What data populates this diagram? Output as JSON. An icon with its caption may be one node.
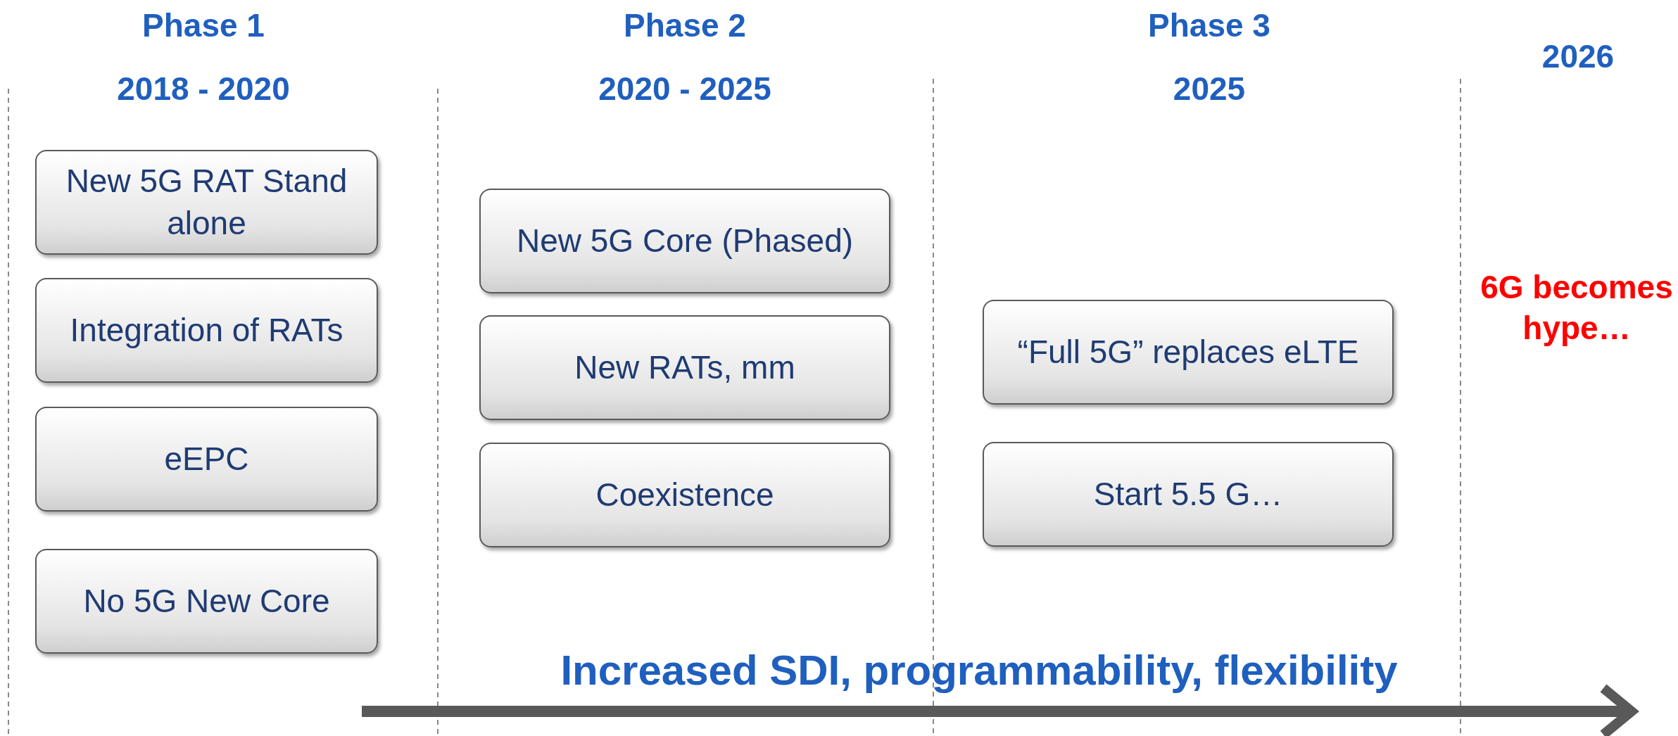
{
  "diagram": {
    "nodes": [
      {
        "text": [
          "New 5G RAT Stand alone"
        ]
      },
      {
        "text": [
          "Integration of RATs"
        ]
      },
      {
        "text": [
          "eEPC"
        ]
      },
      {
        "text": [
          "No 5G New Core"
        ]
      },
      {
        "text": [
          "New 5G Core (Phased)"
        ]
      },
      {
        "text": [
          "New RATs, mm"
        ]
      },
      {
        "text": [
          "Coexistence"
        ]
      },
      {
        "text": [
          "“Full 5G” replaces eLTE"
        ]
      },
      {
        "text": [
          "Start 5.5 G…"
        ]
      }
    ],
    "labels": [
      "Phase 1",
      "Phase 2",
      "Phase 3",
      "2026",
      "2018 - 2020",
      "2020 - 2025",
      "2025",
      "6G becomes hype…",
      "Increased SDI, programmability, flexibility"
    ]
  }
}
